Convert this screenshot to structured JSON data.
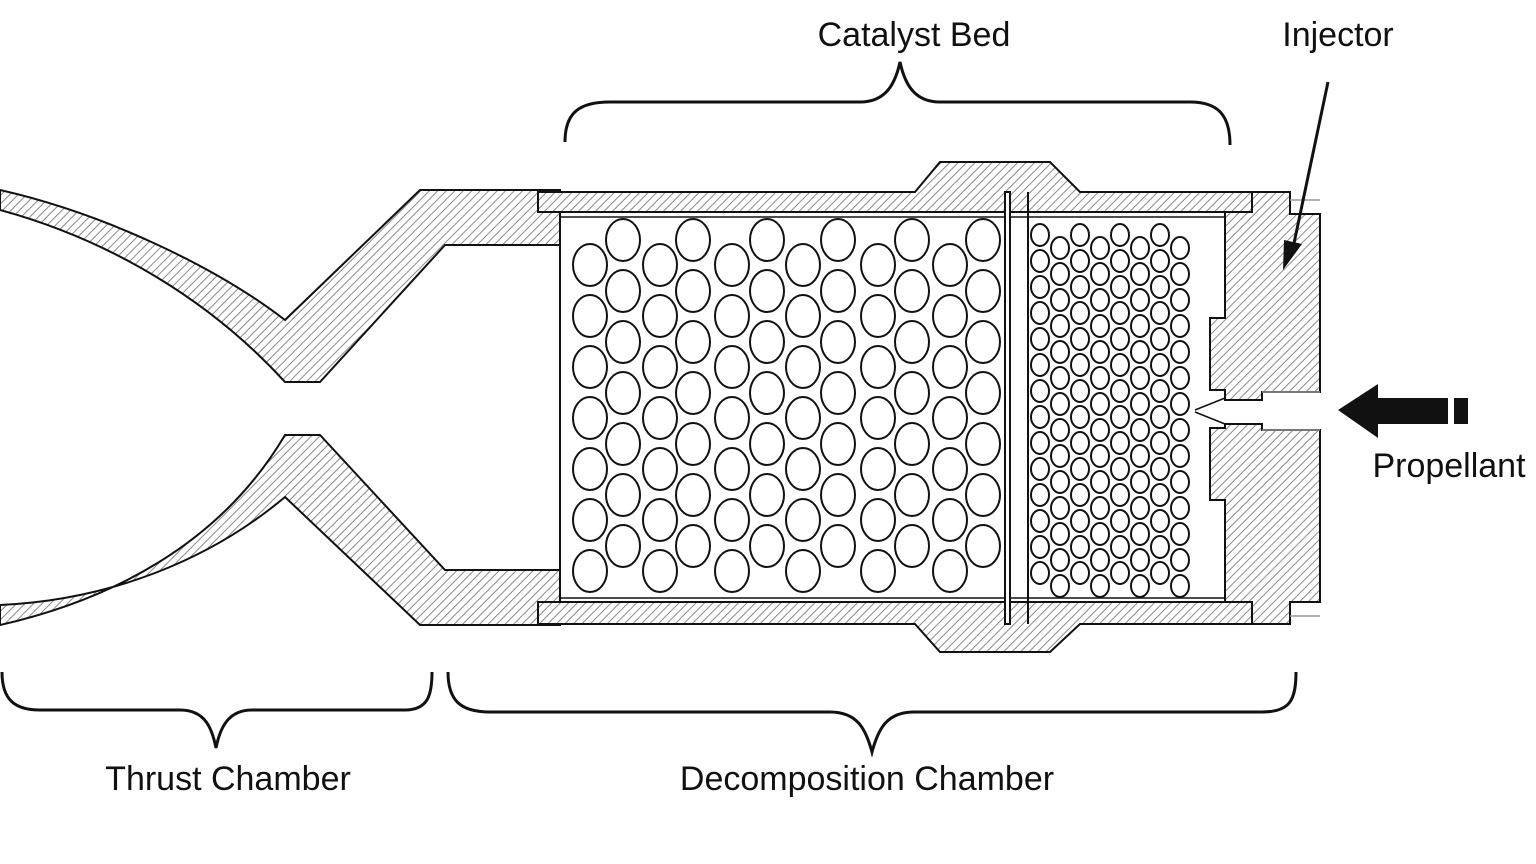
{
  "labels": {
    "catalyst_bed": "Catalyst Bed",
    "injector": "Injector",
    "propellant": "Propellant",
    "thrust_chamber": "Thrust Chamber",
    "decomposition_chamber": "Decomposition Chamber"
  },
  "colors": {
    "line": "#111111",
    "hatch": "#8a8a8a",
    "background": "#ffffff"
  }
}
